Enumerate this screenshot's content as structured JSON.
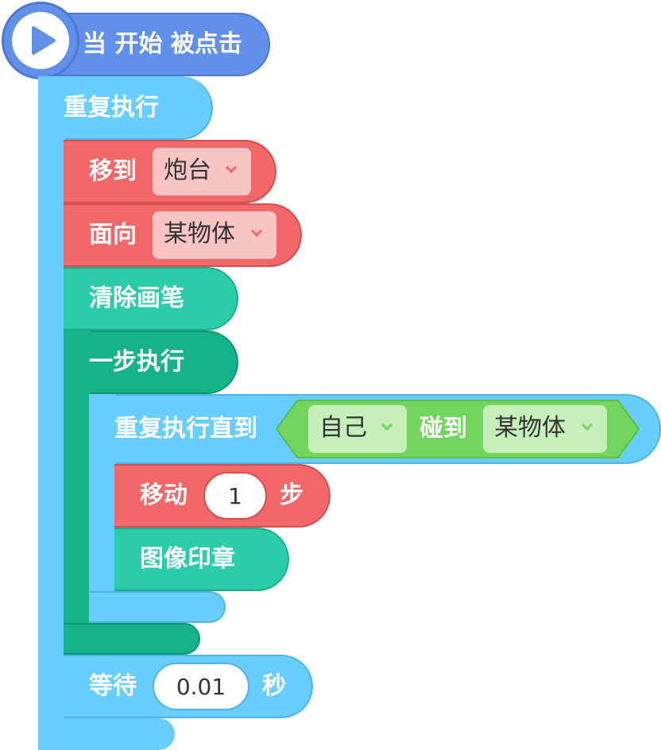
{
  "colors": {
    "event": "#6190ea",
    "control": "#68cdff",
    "motion": "#f26868",
    "pen": "#2bcca7",
    "step_block": "#16b38b",
    "sensing": "#73d55e"
  },
  "hat": {
    "play_icon": "play-icon",
    "label": "当 开始 被点击"
  },
  "forever": {
    "label": "重复执行"
  },
  "move_to": {
    "label": "移到",
    "target": "炮台"
  },
  "point_towards": {
    "label": "面向",
    "target": "某物体"
  },
  "clear_pen": {
    "label": "清除画笔"
  },
  "step_run": {
    "label": "一步执行"
  },
  "repeat_until": {
    "label": "重复执行直到",
    "condition": {
      "subject": "自己",
      "verb": "碰到",
      "object": "某物体"
    }
  },
  "move_steps": {
    "label": "移动",
    "value": "1",
    "unit": "步"
  },
  "stamp": {
    "label": "图像印章"
  },
  "wait": {
    "label": "等待",
    "value": "0.01",
    "unit": "秒"
  }
}
